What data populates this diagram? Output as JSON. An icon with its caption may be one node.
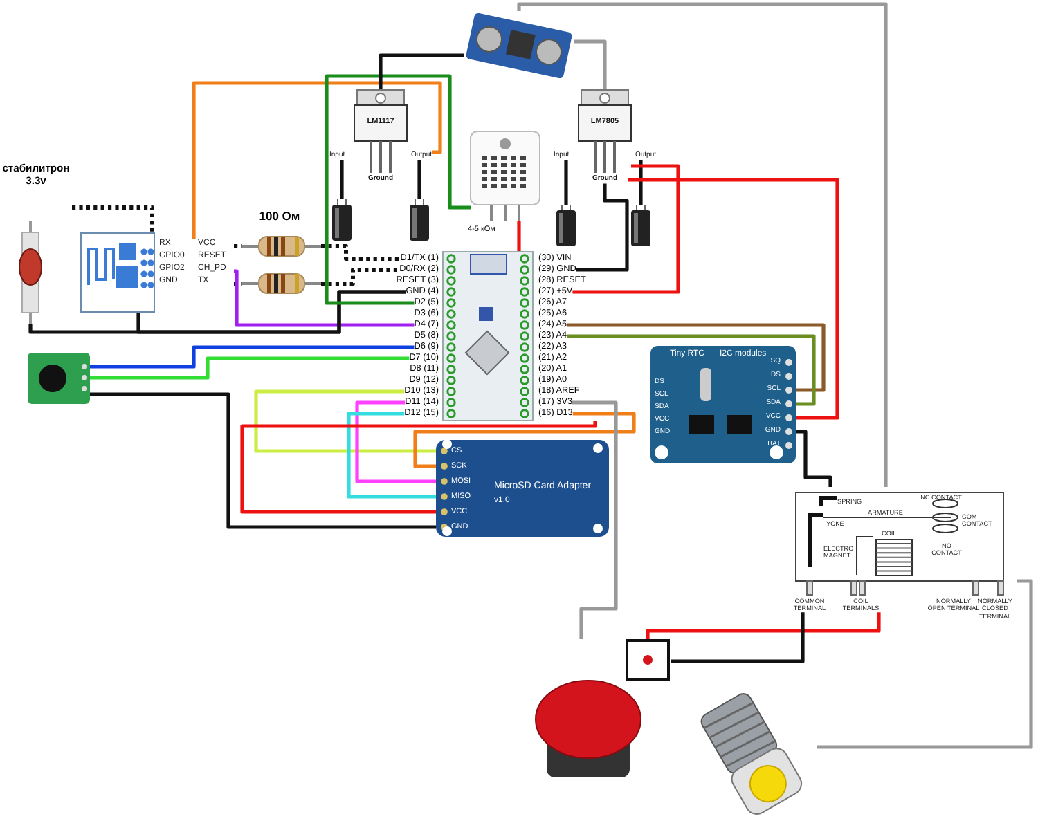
{
  "diagram": {
    "nodes": [
      {
        "text": [
          "стабилитрон 3.3v"
        ]
      },
      {
        "text": [
          "RX",
          "VCC",
          "GPIO0",
          "RESET",
          "GPIO2",
          "CH_PD",
          "GND",
          "TX"
        ]
      },
      {
        "text": [],
        "shape": "picture"
      },
      {
        "text": [],
        "shape": "picture"
      },
      {
        "text": [],
        "shape": "picture"
      },
      {
        "text": [
          "LM1117",
          "Input",
          "Output",
          "Ground"
        ]
      },
      {
        "text": [],
        "shape": "picture"
      },
      {
        "text": [],
        "shape": "picture"
      },
      {
        "text": [],
        "shape": "picture"
      },
      {
        "text": [
          "LM7805",
          "Input",
          "Output",
          "Ground"
        ]
      },
      {
        "text": [],
        "shape": "picture"
      },
      {
        "text": [],
        "shape": "picture"
      },
      {
        "text": [
          "D1/TX (1)",
          "D0/RX (2)",
          "RESET (3)",
          "GND (4)",
          "D2 (5)",
          "D3 (6)",
          "D4 (7)",
          "D5 (8)",
          "D6 (9)",
          "D7 (10)",
          "D8 (11)",
          "D9 (12)",
          "D10 (13)",
          "D11 (14)",
          "D12 (15)",
          "(30) VIN",
          "(29) GND",
          "(28) RESET",
          "(27) +5V",
          "(26) A7",
          "(25) A6",
          "(24) A5",
          "(23) A4",
          "(22) A3",
          "(21) A2",
          "(20) A1",
          "(19) A0",
          "(18) AREF",
          "(17) 3V3",
          "(16) D13"
        ]
      },
      {
        "text": [],
        "shape": "picture"
      },
      {
        "text": [
          "Tiny RTC",
          "I2C modules",
          "SQ",
          "DS",
          "SCL",
          "SDA",
          "VCC",
          "GND",
          "BAT",
          "DS",
          "SCL",
          "SDA",
          "VCC",
          "GND"
        ]
      },
      {
        "text": [
          "CS",
          "SCK",
          "MOSI",
          "MISO",
          "VCC",
          "GND",
          "MicroSD Card Adapter",
          "v1.0"
        ]
      },
      {
        "text": [
          "NC CONTACT",
          "SPRING",
          "ARMATURE",
          "YOKE",
          "COM CONTACT",
          "COIL",
          "ELECTRO MAGNET",
          "NO CONTACT",
          "COMMON TERMINAL",
          "COIL TERMINALS",
          "NORMALLY OPEN TERMINAL",
          "NORMALLY CLOSED TERMINAL"
        ]
      },
      {
        "text": [],
        "shape": "picture"
      },
      {
        "text": [],
        "shape": "picture"
      }
    ],
    "edges": [
      {
        "from": 0,
        "to": 1,
        "arrow": "none",
        "style": "dashed"
      },
      {
        "from": 1,
        "to": 2,
        "arrow": "none",
        "style": "dashed"
      },
      {
        "from": 2,
        "to": 12,
        "arrow": "none",
        "style": "dashed"
      },
      {
        "from": 1,
        "to": 3,
        "arrow": "none",
        "style": "dashed"
      },
      {
        "from": 3,
        "to": 12,
        "arrow": "none",
        "style": "dashed"
      },
      {
        "from": 1,
        "to": 12,
        "arrow": "none",
        "color": "#a020f0"
      },
      {
        "from": 1,
        "to": 12,
        "arrow": "none"
      },
      {
        "from": 0,
        "to": 12,
        "arrow": "none"
      },
      {
        "from": 1,
        "to": 5,
        "arrow": "none",
        "color": "#f07f1a"
      },
      {
        "from": 12,
        "to": 8,
        "arrow": "none",
        "color": "#1a8c1a"
      },
      {
        "from": 4,
        "to": 5,
        "arrow": "none"
      },
      {
        "from": 4,
        "to": 9,
        "arrow": "none",
        "color": "#999999"
      },
      {
        "from": 4,
        "to": 16,
        "arrow": "none",
        "color": "#999999"
      },
      {
        "from": 5,
        "to": 6,
        "arrow": "none"
      },
      {
        "from": 5,
        "to": 7,
        "arrow": "none"
      },
      {
        "from": 9,
        "to": 10,
        "arrow": "none"
      },
      {
        "from": 9,
        "to": 11,
        "arrow": "none"
      },
      {
        "from": 9,
        "to": 12,
        "arrow": "none",
        "color": "#ee1111"
      },
      {
        "from": 12,
        "to": 9,
        "arrow": "none"
      },
      {
        "from": 8,
        "to": 12,
        "arrow": "none",
        "color": "#ee1111"
      },
      {
        "from": 13,
        "to": 12,
        "arrow": "none",
        "color": "#1040e0"
      },
      {
        "from": 13,
        "to": 12,
        "arrow": "none",
        "color": "#33dd33"
      },
      {
        "from": 13,
        "to": 15,
        "arrow": "none"
      },
      {
        "from": 12,
        "to": 15,
        "arrow": "none",
        "color": "#ccee44"
      },
      {
        "from": 12,
        "to": 15,
        "arrow": "none",
        "color": "#ff40ff"
      },
      {
        "from": 12,
        "to": 15,
        "arrow": "none",
        "color": "#33dddd"
      },
      {
        "from": 12,
        "to": 15,
        "arrow": "none",
        "color": "#f07f1a"
      },
      {
        "from": 12,
        "to": 15,
        "arrow": "none",
        "color": "#ee1111"
      },
      {
        "from": 12,
        "to": 14,
        "arrow": "none",
        "color": "#8b5a2b"
      },
      {
        "from": 12,
        "to": 14,
        "arrow": "none",
        "color": "#6b8e23"
      },
      {
        "from": 9,
        "to": 14,
        "arrow": "none",
        "color": "#ee1111"
      },
      {
        "from": 14,
        "to": 16,
        "arrow": "none"
      },
      {
        "from": 17,
        "to": 16,
        "arrow": "none",
        "color": "#ee1111"
      },
      {
        "from": 16,
        "to": 18,
        "arrow": "none",
        "color": "#999999"
      },
      {
        "from": 12,
        "to": 17,
        "arrow": "none",
        "color": "#999999"
      },
      {
        "from": 16,
        "to": 17,
        "arrow": "none"
      }
    ],
    "labels": [
      "100 Ом",
      "4-5 кОм"
    ]
  }
}
